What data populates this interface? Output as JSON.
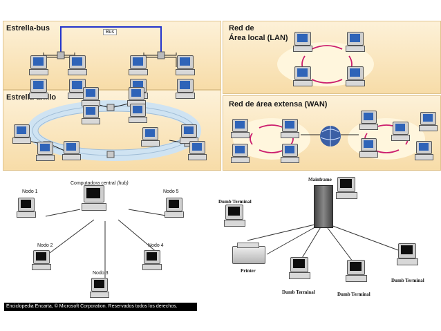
{
  "panels": {
    "estrella_bus": {
      "title": "Estrella-bus",
      "bus_label": "Bus"
    },
    "estrella_anillo": {
      "title": "Estrella-anillo"
    },
    "lan": {
      "title_line1": "Red de",
      "title_line2": "Área local (LAN)"
    },
    "wan": {
      "title": "Red de área extensa (WAN)"
    },
    "star": {
      "hub_label": "Computadora central",
      "hub_label_italic": "(hub)",
      "nodes": [
        "Nodo 1",
        "Nodo 2",
        "Nodo 3",
        "Nodo 4",
        "Nodo 5"
      ],
      "copyright": "Enciclopedia Encarta, © Microsoft Corporation. Reservados todos los derechos."
    },
    "mainframe": {
      "mainframe_label": "Mainframe",
      "terminal_label": "Dumb Terminal",
      "printer_label": "Printer"
    }
  },
  "colors": {
    "panel_bg": "#fbe9c8",
    "panel_stripe": "#f6d79a",
    "bus_line": "#2233cc",
    "ring": "#cfe3f2",
    "lan_arrow": "#cc1e6e",
    "screen": "#2f64b8"
  }
}
